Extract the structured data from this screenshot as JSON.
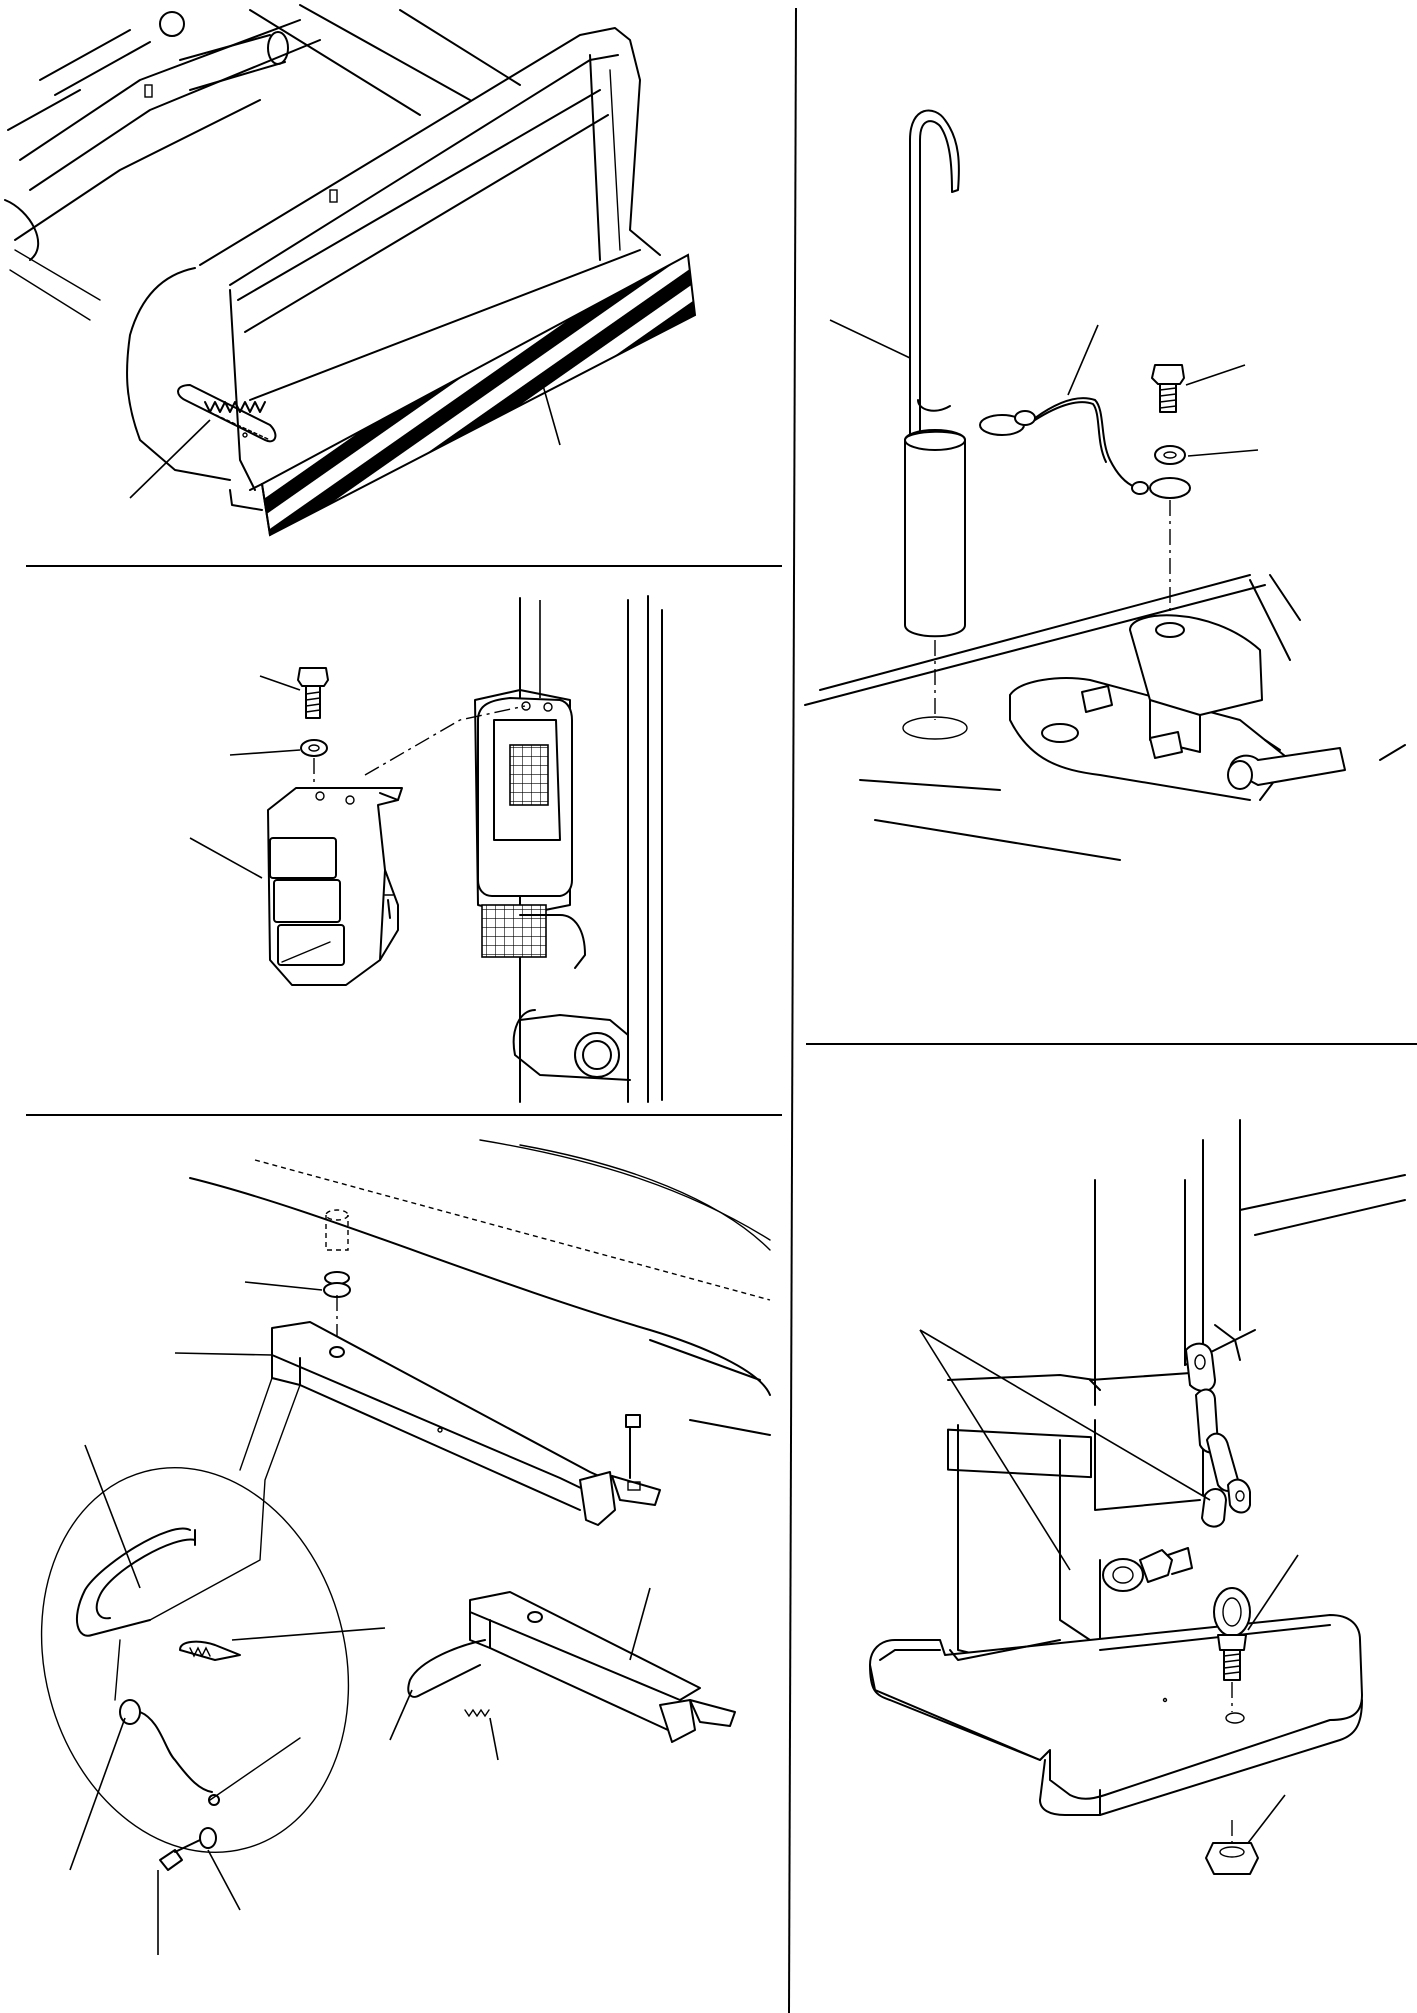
{
  "figure": {
    "panels": [
      {
        "id": "bucket-edge-guard"
      },
      {
        "id": "step-light-guard"
      },
      {
        "id": "lock-bar"
      },
      {
        "id": "hook-lock-pin"
      },
      {
        "id": "post-chain-eyebolt"
      }
    ]
  }
}
